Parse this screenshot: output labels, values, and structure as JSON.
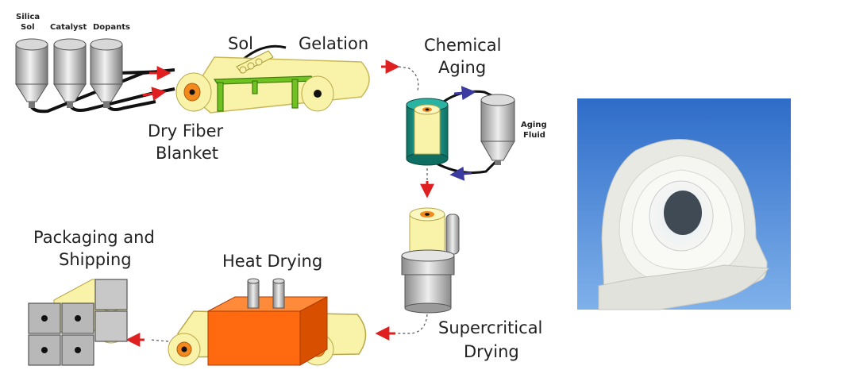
{
  "labels": {
    "silica_line1": "Silica",
    "silica_line2": "Sol",
    "catalyst": "Catalyst",
    "dopants": "Dopants",
    "sol": "Sol",
    "gelation": "Gelation",
    "dry_fiber_line1": "Dry Fiber",
    "dry_fiber_line2": "Blanket",
    "chemical_aging_line1": "Chemical",
    "chemical_aging_line2": "Aging",
    "aging_fluid_line1": "Aging",
    "aging_fluid_line2": "Fluid",
    "supercritical_line1": "Supercritical",
    "supercritical_line2": "Drying",
    "heat_drying": "Heat Drying",
    "packaging_line1": "Packaging and",
    "packaging_line2": "Shipping"
  },
  "colors": {
    "arrow_red": "#e02020",
    "arrow_blue": "#3a3aa0",
    "blanket_yellow": "#f8f3a8",
    "roll_orange": "#f28a1e",
    "gel_frame_green": "#6fc21f",
    "heat_box_orange": "#ff6a10",
    "cylinder_teal": "#1f9e8e",
    "sky_blue": "#3f7fd3"
  },
  "photo": {
    "subject": "aerogel blanket roll"
  }
}
